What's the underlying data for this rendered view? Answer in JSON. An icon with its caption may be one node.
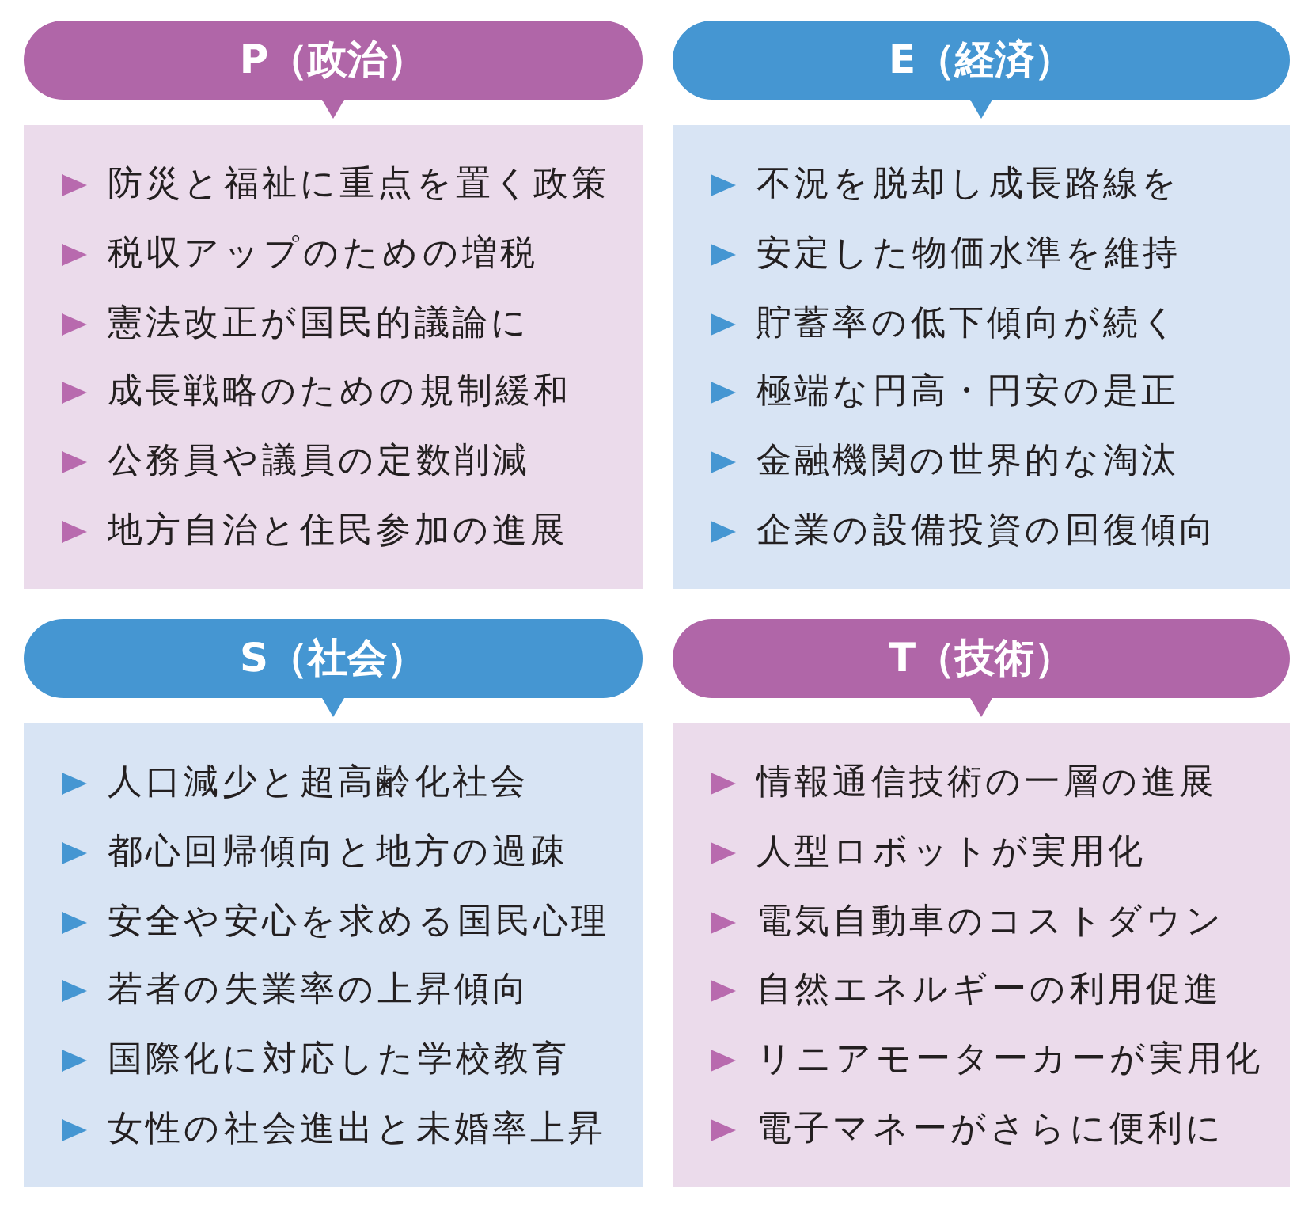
{
  "diagram": {
    "nodes": [
      {
        "text": [
          "P（政治）"
        ]
      },
      {
        "text": [
          "防災と福祉に重点を置く政策",
          "税収アップのための増税",
          "憲法改正が国民的議論に",
          "成長戦略のための規制緩和",
          "公務員や議員の定数削減",
          "地方自治と住民参加の進展"
        ]
      },
      {
        "text": [
          "E（経済）"
        ]
      },
      {
        "text": [
          "不況を脱却し成長路線を",
          "安定した物価水準を維持",
          "貯蓄率の低下傾向が続く",
          "極端な円高・円安の是正",
          "金融機関の世界的な淘汰",
          "企業の設備投資の回復傾向"
        ]
      },
      {
        "text": [
          "S（社会）"
        ]
      },
      {
        "text": [
          "人口減少と超高齢化社会",
          "都心回帰傾向と地方の過疎",
          "安全や安心を求める国民心理",
          "若者の失業率の上昇傾向",
          "国際化に対応した学校教育",
          "女性の社会進出と未婚率上昇"
        ]
      },
      {
        "text": [
          "T（技術）"
        ]
      },
      {
        "text": [
          "情報通信技術の一層の進展",
          "人型ロボットが実用化",
          "電気自動車のコストダウン",
          "自然エネルギーの利用促進",
          "リニアモーターカーが実用化",
          "電子マネーがさらに便利に"
        ]
      }
    ]
  }
}
